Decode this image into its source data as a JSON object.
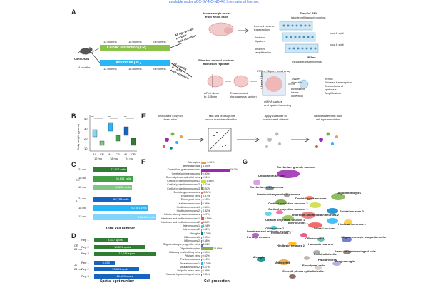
{
  "header": {
    "text": "available under aCC-BY-NC-ND 4.0 International license."
  },
  "panels": {
    "a": "A",
    "b": "B",
    "c": "C",
    "d": "D",
    "e": "E",
    "f": "F",
    "g": "G"
  },
  "panelA": {
    "mouse": "C57BL/6JN",
    "age_start": "4 months",
    "timepoints": [
      "12 months",
      "18 months",
      "24 months"
    ],
    "cr_label": "Caloric restriction (CR)",
    "al_label": "Ad libitum (AL)",
    "upper_arrow_text": "All age groups\nn = 6 for\neach condition",
    "lower_arrow_text": "24 months\nn = 2 for\neach condition",
    "isolate": "Isolate single nuclei\nfrom whole brain",
    "slice": "Slice two coronal sections\nfrom each replicate",
    "easysci_title": "EasySci-RNA",
    "easysci_sub": "(single-cell transcriptomics)",
    "steps_top": [
      "Indexed reverse\ntranscription",
      "Indexed\nligation",
      "Indexed\namplification"
    ],
    "pool_split": [
      "pool & split",
      "pool & split"
    ],
    "iriseq_title": "IRISeq",
    "iriseq_sub": "(spatial transcriptomics)",
    "iriseq_array": "IRISeq 96 pore bead array",
    "ap": "AP at -1mm\nto -1.5mm",
    "thal": "Thalamus and\nhippocampus section",
    "tissue": "Tissue\ndigestion",
    "hyb": "Hybridized\nbeads\ncollection",
    "mrna": "mRNA capture\nand spatial barcoding",
    "bulk": "In bulk\nReverse transcription\nSecond strand\nsynthesis\nAmplification",
    "scale": "6.8 mm × 6.8 mm"
  },
  "panelB": {
    "ylabel": "Body weight (grams)",
    "groups": [
      "AL",
      "CR",
      "AL",
      "CR",
      "AL",
      "CR"
    ],
    "ages": [
      "12 mo",
      "18 mo",
      "24 mo"
    ],
    "yticks": [
      "40",
      "30",
      "20",
      "10"
    ],
    "sig": [
      "***",
      "***",
      "***"
    ]
  },
  "panelC": {
    "title": "Total cell number",
    "group_cr": "CR",
    "group_al": "AL",
    "rows": [
      {
        "age": "24 mo",
        "value": 57917,
        "label": "57,917 cells",
        "color": "#2e7d32"
      },
      {
        "age": "18 mo",
        "value": 66651,
        "label": "66,651 cells",
        "color": "#43a047"
      },
      {
        "age": "12 mo",
        "value": 65282,
        "label": "65,282 cells",
        "color": "#81c784"
      },
      {
        "age": "24 mo",
        "value": 62783,
        "label": "62,783 cells",
        "color": "#1565c0"
      },
      {
        "age": "18 mo",
        "value": 92801,
        "label": "92,801 cells",
        "color": "#29b6f6"
      },
      {
        "age": "12 mo",
        "value": 106489,
        "label": "106,489 cells",
        "color": "#81d4fa"
      }
    ]
  },
  "panelD": {
    "title": "Spatial spot number",
    "group_cr": "CR\n24 mo",
    "group_al": "AL\n24 mo",
    "rows": [
      {
        "rep": "Rep 1",
        "value": 9837,
        "label": "9,837 spots",
        "color": "#2e7d32"
      },
      {
        "rep": "Rep 2",
        "value": 14576,
        "label": "14,576 spots",
        "color": "#2e7d32"
      },
      {
        "rep": "Rep 3",
        "value": 17744,
        "label": "17,744 spots",
        "color": "#2e7d32"
      },
      {
        "rep": "Rep 1",
        "value": 6025,
        "label": "6,025 spots",
        "color": "#1565c0"
      },
      {
        "rep": "Rep 2",
        "value": 13001,
        "label": "13,001 spots",
        "color": "#1565c0"
      },
      {
        "rep": "Rep 3",
        "value": 16183,
        "label": "16,183 spots",
        "color": "#1565c0"
      }
    ]
  },
  "panelE": {
    "steps": [
      "Annotated EasySci\nbrain atlas",
      "Train and test support\nvector machine classifier",
      "Apply classifier to\nunannotated dataset",
      "New dataset with main\ncell type annotation"
    ]
  },
  "panelF": {
    "xlabel": "Cell proportion",
    "rows": [
      {
        "name": "Astrocytes",
        "value": 6.3,
        "label": "6.30%",
        "color": "#e6a23c"
      },
      {
        "name": "Bergmann glia",
        "value": 1.0,
        "label": "1.00%",
        "color": "#b39ddb"
      },
      {
        "name": "Cerebellum granule neurons",
        "value": 34.0,
        "label": "34.0%",
        "color": "#9c27b0"
      },
      {
        "name": "Cerebellum interneurons",
        "value": 0.5,
        "label": "0.50%",
        "color": "#607d8b"
      },
      {
        "name": "Choroid plexus epithelial cells",
        "value": 0.51,
        "label": "0.51%",
        "color": "#795548"
      },
      {
        "name": "Cortical projection neurons 1",
        "value": 5.68,
        "label": "5.68%",
        "color": "#cddc39"
      },
      {
        "name": "Cortical projection neurons 2",
        "value": 1.11,
        "label": "1.11%",
        "color": "#8bc34a"
      },
      {
        "name": "Cortical projection neurons 3",
        "value": 1.57,
        "label": "1.57%",
        "color": "#689f38"
      },
      {
        "name": "Dentate gyrus neurons",
        "value": 2.06,
        "label": "2.06%",
        "color": "#ff7043"
      },
      {
        "name": "Endothelial cells",
        "value": 0.97,
        "label": "0.97%",
        "color": "#9e9e9e"
      },
      {
        "name": "Ependymal cells",
        "value": 0.13,
        "label": "0.13%",
        "color": "#d7ccc8"
      },
      {
        "name": "Habenula neurons",
        "value": 0.26,
        "label": "0.26%",
        "color": "#4db6ac"
      },
      {
        "name": "Hindbrain neurons 1",
        "value": 0.34,
        "label": "0.34%",
        "color": "#ffca28"
      },
      {
        "name": "Hindbrain neurons 2",
        "value": 0.82,
        "label": "0.82%",
        "color": "#ffb300"
      },
      {
        "name": "Inferior olivary nucleus neurons",
        "value": 0.07,
        "label": "0.07%",
        "color": "#a1887f"
      },
      {
        "name": "Interbrain and midbrain neurons 1",
        "value": 3.14,
        "label": "3.14%",
        "color": "#ef5350"
      },
      {
        "name": "Interbrain and midbrain neurons 2",
        "value": 1.63,
        "label": "1.63%",
        "color": "#e57373"
      },
      {
        "name": "Interneurons 1",
        "value": 1.48,
        "label": "1.48%",
        "color": "#4dd0e1"
      },
      {
        "name": "Interneurons 2",
        "value": 0.42,
        "label": "0.42%",
        "color": "#26c6da"
      },
      {
        "name": "Microglia",
        "value": 2.38,
        "label": "2.38%",
        "color": "#00897b"
      },
      {
        "name": "OB neurons 1",
        "value": 0.69,
        "label": "0.69%",
        "color": "#f06292"
      },
      {
        "name": "OB neurons 2",
        "value": 0.38,
        "label": "0.38%",
        "color": "#ec407a"
      },
      {
        "name": "Oligodendrocyte progenitor cells",
        "value": 1.41,
        "label": "1.41%",
        "color": "#5c6bc0"
      },
      {
        "name": "Oligodendrocytes",
        "value": 13.69,
        "label": "13.69%",
        "color": "#7cb342"
      },
      {
        "name": "Olfactory ensheathing cells",
        "value": 0.54,
        "label": "0.54%",
        "color": "#9575cd"
      },
      {
        "name": "Pituitary cells",
        "value": 0.02,
        "label": "0.02%",
        "color": "#bcaaa4"
      },
      {
        "name": "Purkinje neurons",
        "value": 0.1,
        "label": "0.10%",
        "color": "#ab47bc"
      },
      {
        "name": "Striatal neurons 1",
        "value": 2.38,
        "label": "2.38%",
        "color": "#29b6f6"
      },
      {
        "name": "Striatal neurons 2",
        "value": 0.47,
        "label": "0.47%",
        "color": "#0288d1"
      },
      {
        "name": "Unipolar brush cells",
        "value": 0.36,
        "label": "0.36%",
        "color": "#ce93d8"
      },
      {
        "name": "Vascular leptomeningeal cells",
        "value": 0.81,
        "label": "0.81%",
        "color": "#8d6e63"
      }
    ]
  },
  "panelG": {
    "labels": [
      {
        "text": "Cerebellum granule neurons",
        "cls": "bold"
      },
      {
        "text": "Unipolar brush cells",
        "cls": "bold"
      },
      {
        "text": "Cerebellum interneurons",
        "cls": "bold"
      },
      {
        "text": "Inferior olivary nucleus neurons",
        "cls": "bold"
      },
      {
        "text": "Dentate gyrus neurons",
        "cls": "bold"
      },
      {
        "text": "Cortical projection neurons 3",
        "cls": "bold"
      },
      {
        "text": "Oligodendrocytes",
        "cls": "bold"
      },
      {
        "text": "Cortical projection neurons 1",
        "cls": "bold"
      },
      {
        "text": "Interbrain and midbrain neurons 2",
        "cls": "bold"
      },
      {
        "text": "Striatal neurons 2",
        "cls": "bold"
      },
      {
        "text": "Cortical projection neurons 2",
        "cls": "bold"
      },
      {
        "text": "Hindbrain neurons 1",
        "cls": "bold"
      },
      {
        "text": "Interneurons 1",
        "cls": "bold"
      },
      {
        "text": "OB neurons 1",
        "cls": "bold"
      },
      {
        "text": "Striatal neurons 1",
        "cls": "bold"
      },
      {
        "text": "Interbrain and midbrain neurons 1",
        "cls": "bold"
      },
      {
        "text": "Interneurons 2",
        "cls": "bold"
      },
      {
        "text": "Purkinje neurons",
        "cls": "bold"
      },
      {
        "text": "OB neurons 2",
        "cls": "bold"
      },
      {
        "text": "Habenula neurons",
        "cls": "bold"
      },
      {
        "text": "Oligodendrocyte progenitor cells",
        "cls": "bold"
      },
      {
        "text": "Hindbrain neurons 2",
        "cls": "bold"
      },
      {
        "text": "Endothelial cells",
        "cls": "bold"
      },
      {
        "text": "Vascular leptomeningeal cells",
        "cls": "bold"
      },
      {
        "text": "Pituitary cells",
        "cls": "bold"
      },
      {
        "text": "Microglia",
        "cls": "bold"
      },
      {
        "text": "Astrocytes",
        "cls": "bold"
      },
      {
        "text": "Bergmann glia",
        "cls": "bold"
      },
      {
        "text": "Ependymal cells",
        "cls": "bold"
      },
      {
        "text": "Choroid plexus epithelial cells",
        "cls": "bold"
      }
    ]
  }
}
